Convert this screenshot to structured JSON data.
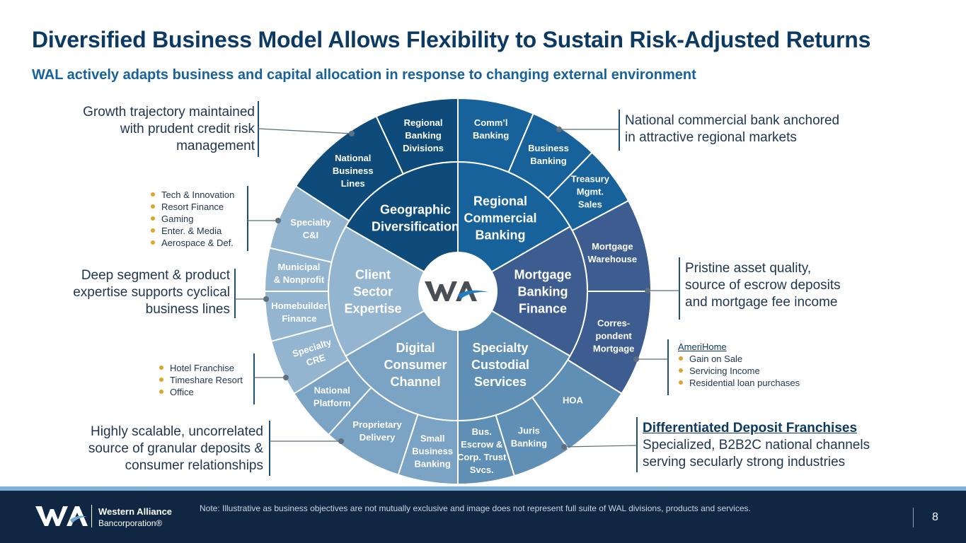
{
  "title": "Diversified Business Model Allows Flexibility to Sustain Risk-Adjusted Returns",
  "subtitle": "WAL actively adapts business and capital allocation in response to changing external environment",
  "wheel": {
    "inner": [
      {
        "lines": [
          "Geographic",
          "Diversification"
        ]
      },
      {
        "lines": [
          "Regional",
          "Commercial",
          "Banking"
        ]
      },
      {
        "lines": [
          "Mortgage",
          "Banking",
          "Finance"
        ]
      },
      {
        "lines": [
          "Specialty",
          "Custodial",
          "Services"
        ]
      },
      {
        "lines": [
          "Digital",
          "Consumer",
          "Channel"
        ]
      },
      {
        "lines": [
          "Client",
          "Sector",
          "Expertise"
        ]
      }
    ],
    "outer": [
      {
        "lines": [
          "Regional",
          "Banking",
          "Divisions"
        ]
      },
      {
        "lines": [
          "Comm’l",
          "Banking"
        ]
      },
      {
        "lines": [
          "Business",
          "Banking"
        ]
      },
      {
        "lines": [
          "Treasury",
          "Mgmt.",
          "Sales"
        ]
      },
      {
        "lines": [
          "Mortgage",
          "Warehouse"
        ]
      },
      {
        "lines": [
          "Corres-",
          "pondent",
          "Mortgage"
        ]
      },
      {
        "lines": [
          "HOA"
        ]
      },
      {
        "lines": [
          "Juris",
          "Banking"
        ]
      },
      {
        "lines": [
          "Bus.",
          "Escrow &",
          "Corp. Trust",
          "Svcs."
        ]
      },
      {
        "lines": [
          "Small",
          "Business",
          "Banking"
        ]
      },
      {
        "lines": [
          "Proprietary",
          "Delivery"
        ]
      },
      {
        "lines": [
          "National",
          "Platform"
        ]
      },
      {
        "lines": [
          "Specialty",
          "CRE"
        ]
      },
      {
        "lines": [
          "Homebuilder",
          "Finance"
        ]
      },
      {
        "lines": [
          "Municipal",
          "& Nonprofit"
        ]
      },
      {
        "lines": [
          "Specialty",
          "C&I"
        ]
      },
      {
        "lines": [
          "National",
          "Business",
          "Lines"
        ]
      }
    ],
    "center_logo": "WA"
  },
  "callouts": {
    "growth": [
      "Growth trajectory maintained",
      "with prudent credit risk",
      "management"
    ],
    "national": [
      "National commercial bank anchored",
      "in attractive regional markets"
    ],
    "deep": [
      "Deep segment & product",
      "expertise supports cyclical",
      "business lines"
    ],
    "pristine": [
      "Pristine asset quality,",
      "source of escrow deposits",
      "and mortgage fee income"
    ],
    "scalable": [
      "Highly scalable, uncorrelated",
      "source of granular deposits &",
      "consumer relationships"
    ],
    "dfs_title": "Differentiated Deposit Franchises",
    "dfs": [
      "Specialized, B2B2C national channels",
      "serving secularly strong industries"
    ]
  },
  "bullets": {
    "sci": [
      "Tech & Innovation",
      "Resort Finance",
      "Gaming",
      "Enter. & Media",
      "Aerospace & Def."
    ],
    "cre": [
      "Hotel Franchise",
      "Timeshare Resort",
      "Office"
    ],
    "amerihome_title": "AmeriHome",
    "amerihome": [
      "Gain on Sale",
      "Servicing Income",
      "Residential loan purchases"
    ]
  },
  "footer": {
    "company_line1": "Western Alliance",
    "company_line2": "Bancorporation®",
    "note": "Note: Illustrative as business objectives are not mutually exclusive and image does not represent full suite of WAL divisions, products and services.",
    "page_number": "8"
  },
  "colors": {
    "title": "#0d3a63",
    "subtitle": "#17629b",
    "geo": "#0e4a7a",
    "rcb": "#17629b",
    "mbf": "#3d5c8f",
    "scs": "#5f8fb5",
    "dcc": "#7ba3c4",
    "cse": "#94b5d0",
    "bullet": "#e2a32a",
    "footer": "#0f2742"
  }
}
